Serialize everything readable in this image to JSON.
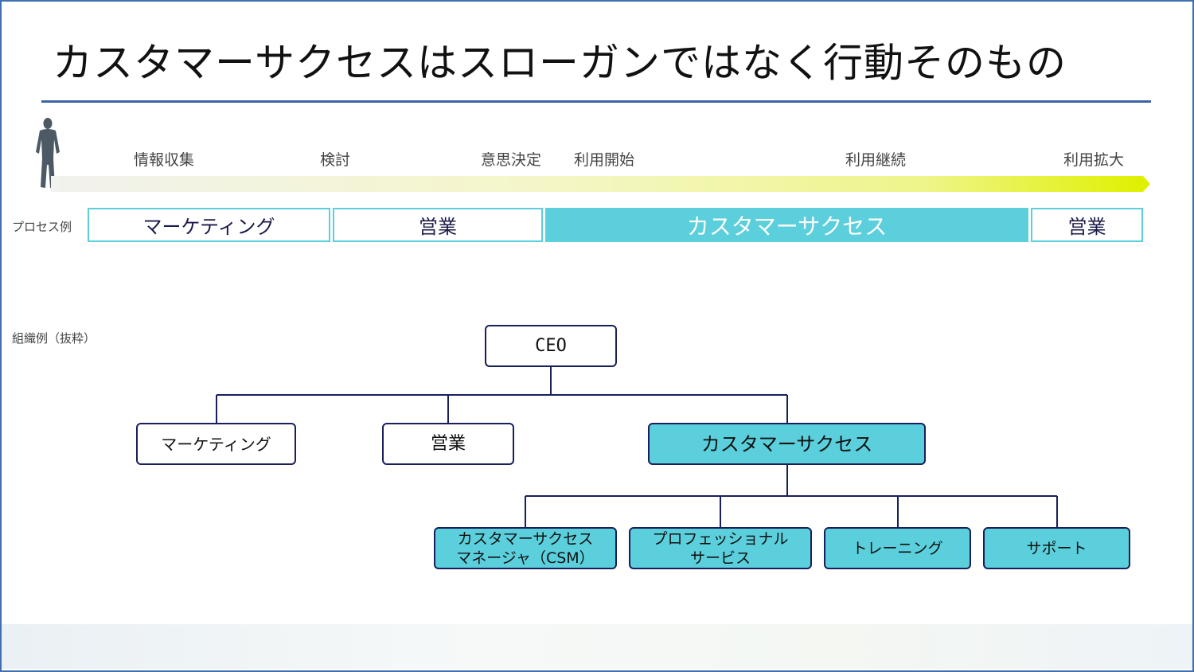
{
  "title": "カスタマーサクセスはスローガンではなく行動そのもの",
  "journey": {
    "stages": [
      "情報収集",
      "検討",
      "意思決定",
      "利用開始",
      "利用継続",
      "利用拡大"
    ]
  },
  "process": {
    "row_label": "プロセス例",
    "boxes": [
      "マーケティング",
      "営業",
      "カスタマーサクセス",
      "営業"
    ]
  },
  "org": {
    "row_label": "組織例（抜粋）",
    "ceo": "CEO",
    "departments": [
      "マーケティング",
      "営業",
      "カスタマーサクセス"
    ],
    "cs_teams": [
      {
        "line1": "カスタマーサクセス",
        "line2": "マネージャ（CSM）"
      },
      {
        "line1": "プロフェッショナル",
        "line2": "サービス"
      },
      {
        "line1": "トレーニング",
        "line2": ""
      },
      {
        "line1": "サポート",
        "line2": ""
      }
    ]
  },
  "colors": {
    "accent_cyan": "#5bcfdc",
    "navy": "#17205a",
    "rule_blue": "#3a64a8",
    "journey_end": "#e0f000"
  },
  "icons": {
    "person": "person-silhouette-icon"
  }
}
